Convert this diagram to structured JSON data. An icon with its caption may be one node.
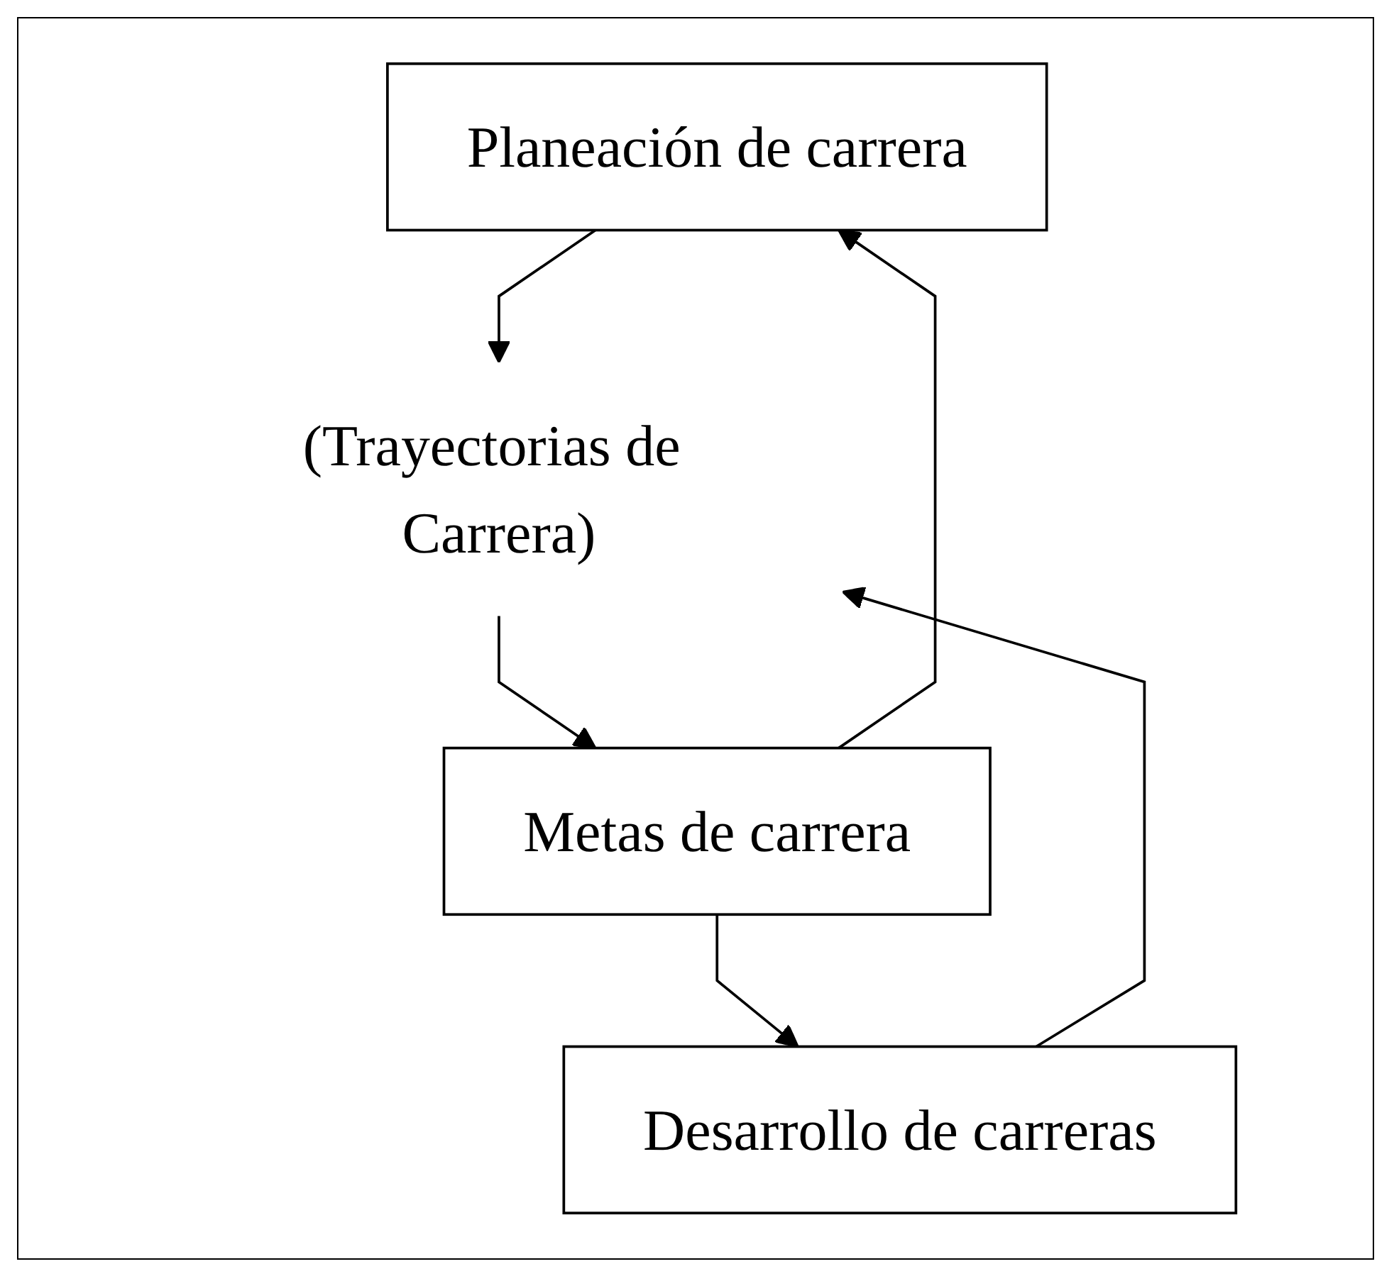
{
  "diagram": {
    "nodes": [
      {
        "text": [
          "Planeación de carrera"
        ]
      },
      {
        "text": [
          "(Trayectorias de Carrera)"
        ]
      },
      {
        "text": [
          "Metas de carrera"
        ]
      },
      {
        "text": [
          "Desarrollo de carreras"
        ]
      }
    ],
    "edges": [
      {
        "from": 0,
        "to": 1,
        "arrow": "to"
      },
      {
        "from": 1,
        "to": 2,
        "arrow": "to"
      },
      {
        "from": 3,
        "to": 1,
        "arrow": "to"
      },
      {
        "from": 2,
        "to": 0,
        "arrow": "to"
      },
      {
        "from": 2,
        "to": 3,
        "arrow": "to"
      }
    ]
  }
}
